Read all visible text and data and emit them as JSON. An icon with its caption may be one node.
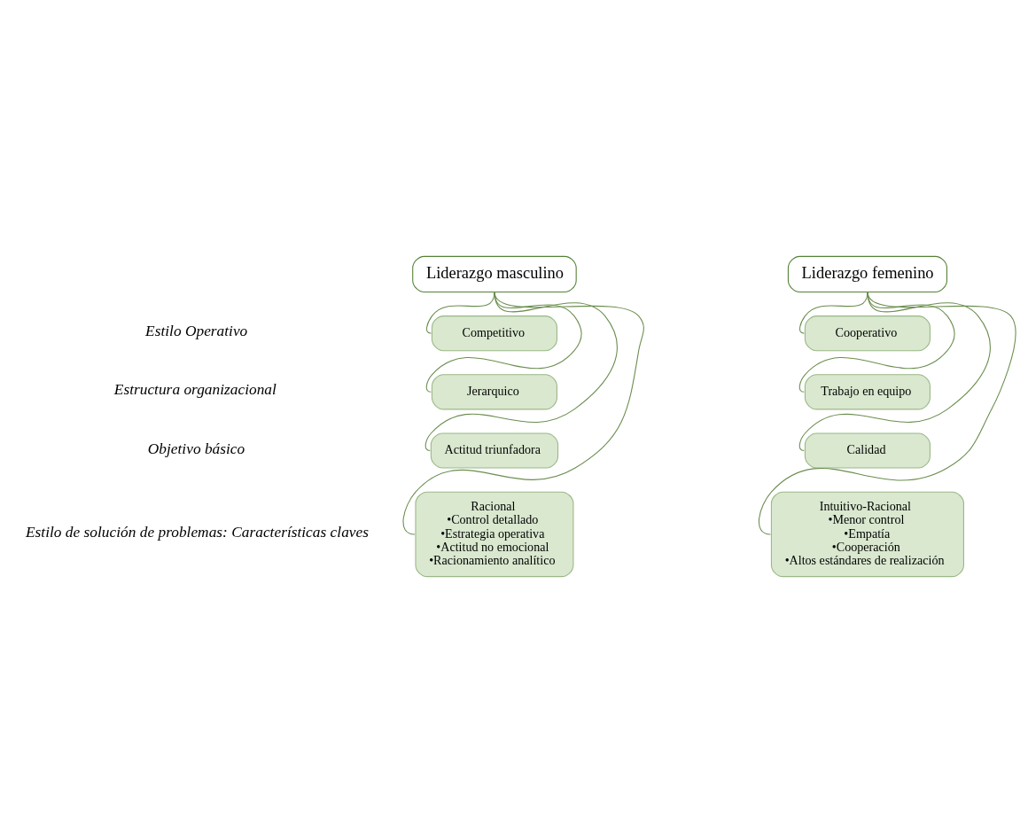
{
  "diagram": {
    "nodes": [
      {
        "text": [
          "Liderazgo masculino"
        ]
      },
      {
        "text": [
          "Competitivo"
        ]
      },
      {
        "text": [
          "Jerarquico"
        ]
      },
      {
        "text": [
          "Actitud triunfadora"
        ]
      },
      {
        "text": [
          "Racional",
          "•Control detallado",
          "•Estrategia operativa",
          "•Actitud no emocional",
          "•Racionamiento analítico"
        ]
      },
      {
        "text": [
          "Liderazgo femenino"
        ]
      },
      {
        "text": [
          "Cooperativo"
        ]
      },
      {
        "text": [
          "Trabajo en equipo"
        ]
      },
      {
        "text": [
          "Calidad"
        ]
      },
      {
        "text": [
          "Intuitivo-Racional",
          "•Menor control",
          "•Empatía",
          "•Cooperación",
          "•Altos estándares de realización"
        ]
      }
    ],
    "edges": [
      {
        "from": 0,
        "to": 1,
        "arrow": "none"
      },
      {
        "from": 0,
        "to": 2,
        "arrow": "none"
      },
      {
        "from": 0,
        "to": 3,
        "arrow": "none"
      },
      {
        "from": 0,
        "to": 4,
        "arrow": "none"
      },
      {
        "from": 5,
        "to": 6,
        "arrow": "none"
      },
      {
        "from": 5,
        "to": 7,
        "arrow": "none"
      },
      {
        "from": 5,
        "to": 8,
        "arrow": "none"
      },
      {
        "from": 5,
        "to": 9,
        "arrow": "none"
      }
    ],
    "labels": [
      "Estilo Operativo",
      "Estructura organizacional",
      "Objetivo básico",
      "Estilo de solución de problemas: Características claves"
    ]
  }
}
